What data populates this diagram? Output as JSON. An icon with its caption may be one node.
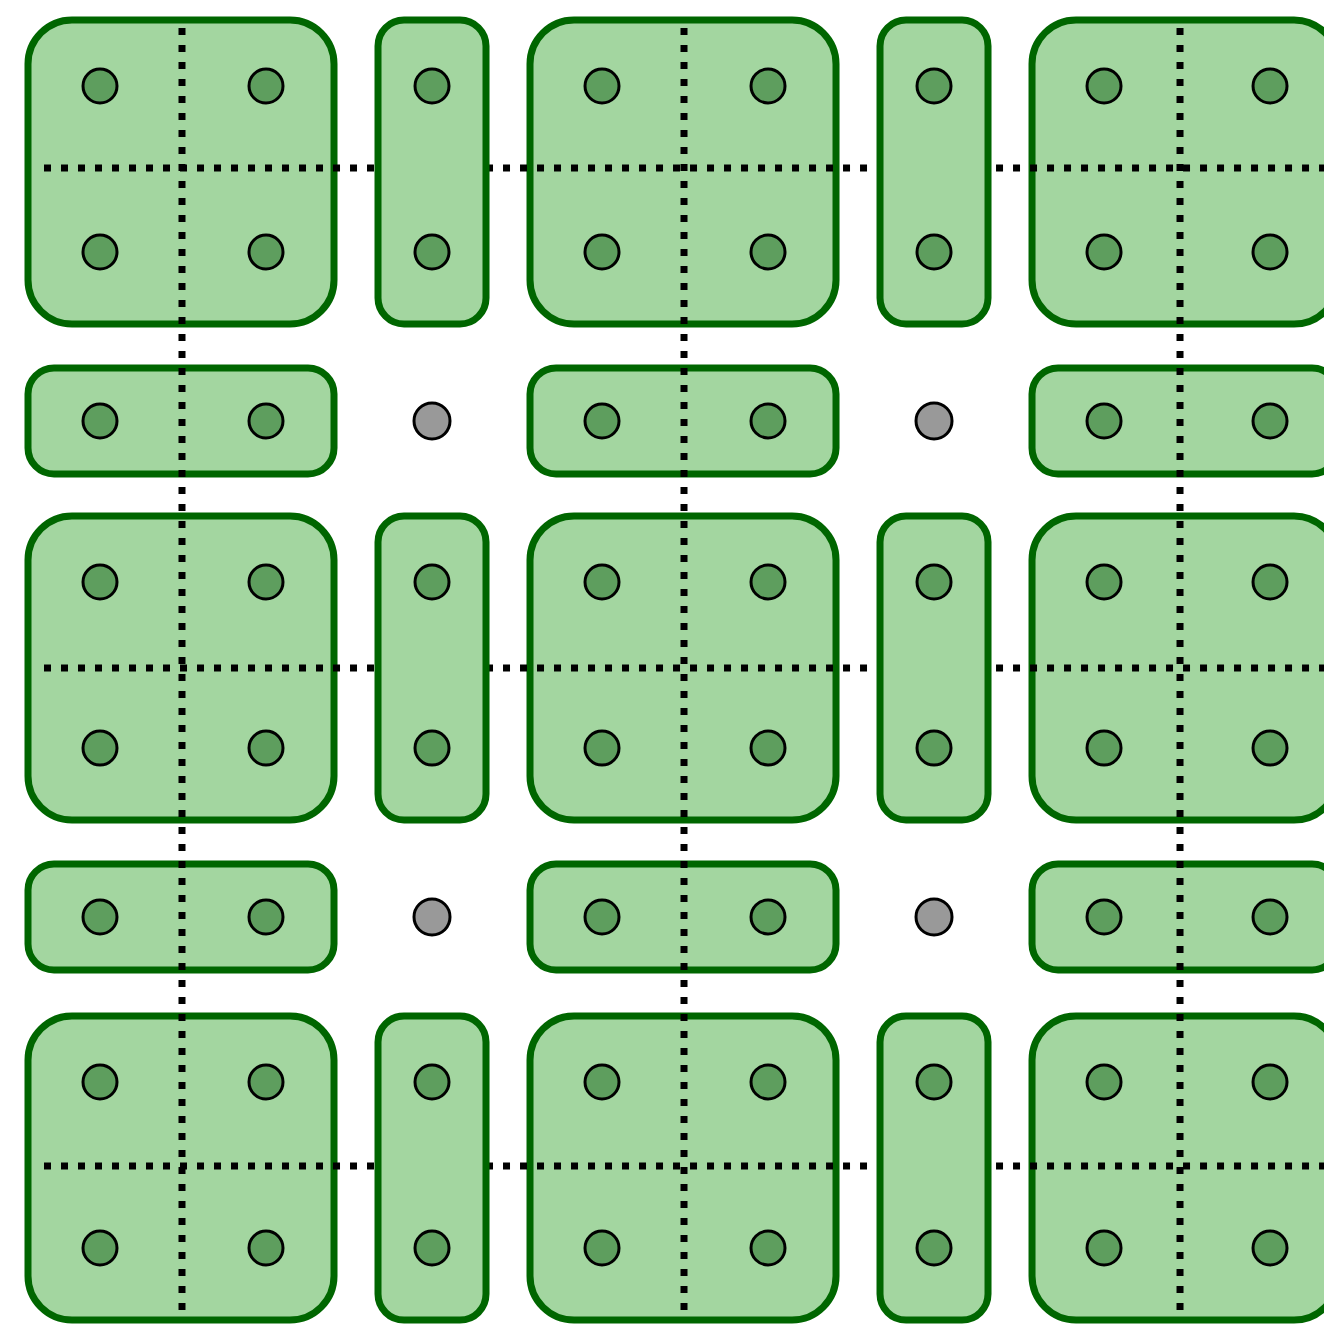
{
  "diagram": {
    "nodes": [
      {
        "text": [],
        "shape": "box"
      },
      {
        "text": [],
        "shape": "box"
      },
      {
        "text": [],
        "shape": "box"
      },
      {
        "text": [],
        "shape": "box"
      },
      {
        "text": [],
        "shape": "box"
      },
      {
        "text": [],
        "shape": "box"
      },
      {
        "text": [],
        "shape": "circle"
      },
      {
        "text": [],
        "shape": "box"
      },
      {
        "text": [],
        "shape": "circle"
      },
      {
        "text": [],
        "shape": "box"
      },
      {
        "text": [],
        "shape": "box"
      },
      {
        "text": [],
        "shape": "box"
      },
      {
        "text": [],
        "shape": "box"
      },
      {
        "text": [],
        "shape": "box"
      },
      {
        "text": [],
        "shape": "box"
      },
      {
        "text": [],
        "shape": "box"
      },
      {
        "text": [],
        "shape": "circle"
      },
      {
        "text": [],
        "shape": "box"
      },
      {
        "text": [],
        "shape": "circle"
      },
      {
        "text": [],
        "shape": "box"
      },
      {
        "text": [],
        "shape": "box"
      },
      {
        "text": [],
        "shape": "box"
      },
      {
        "text": [],
        "shape": "box"
      },
      {
        "text": [],
        "shape": "box"
      },
      {
        "text": [],
        "shape": "box"
      }
    ]
  }
}
